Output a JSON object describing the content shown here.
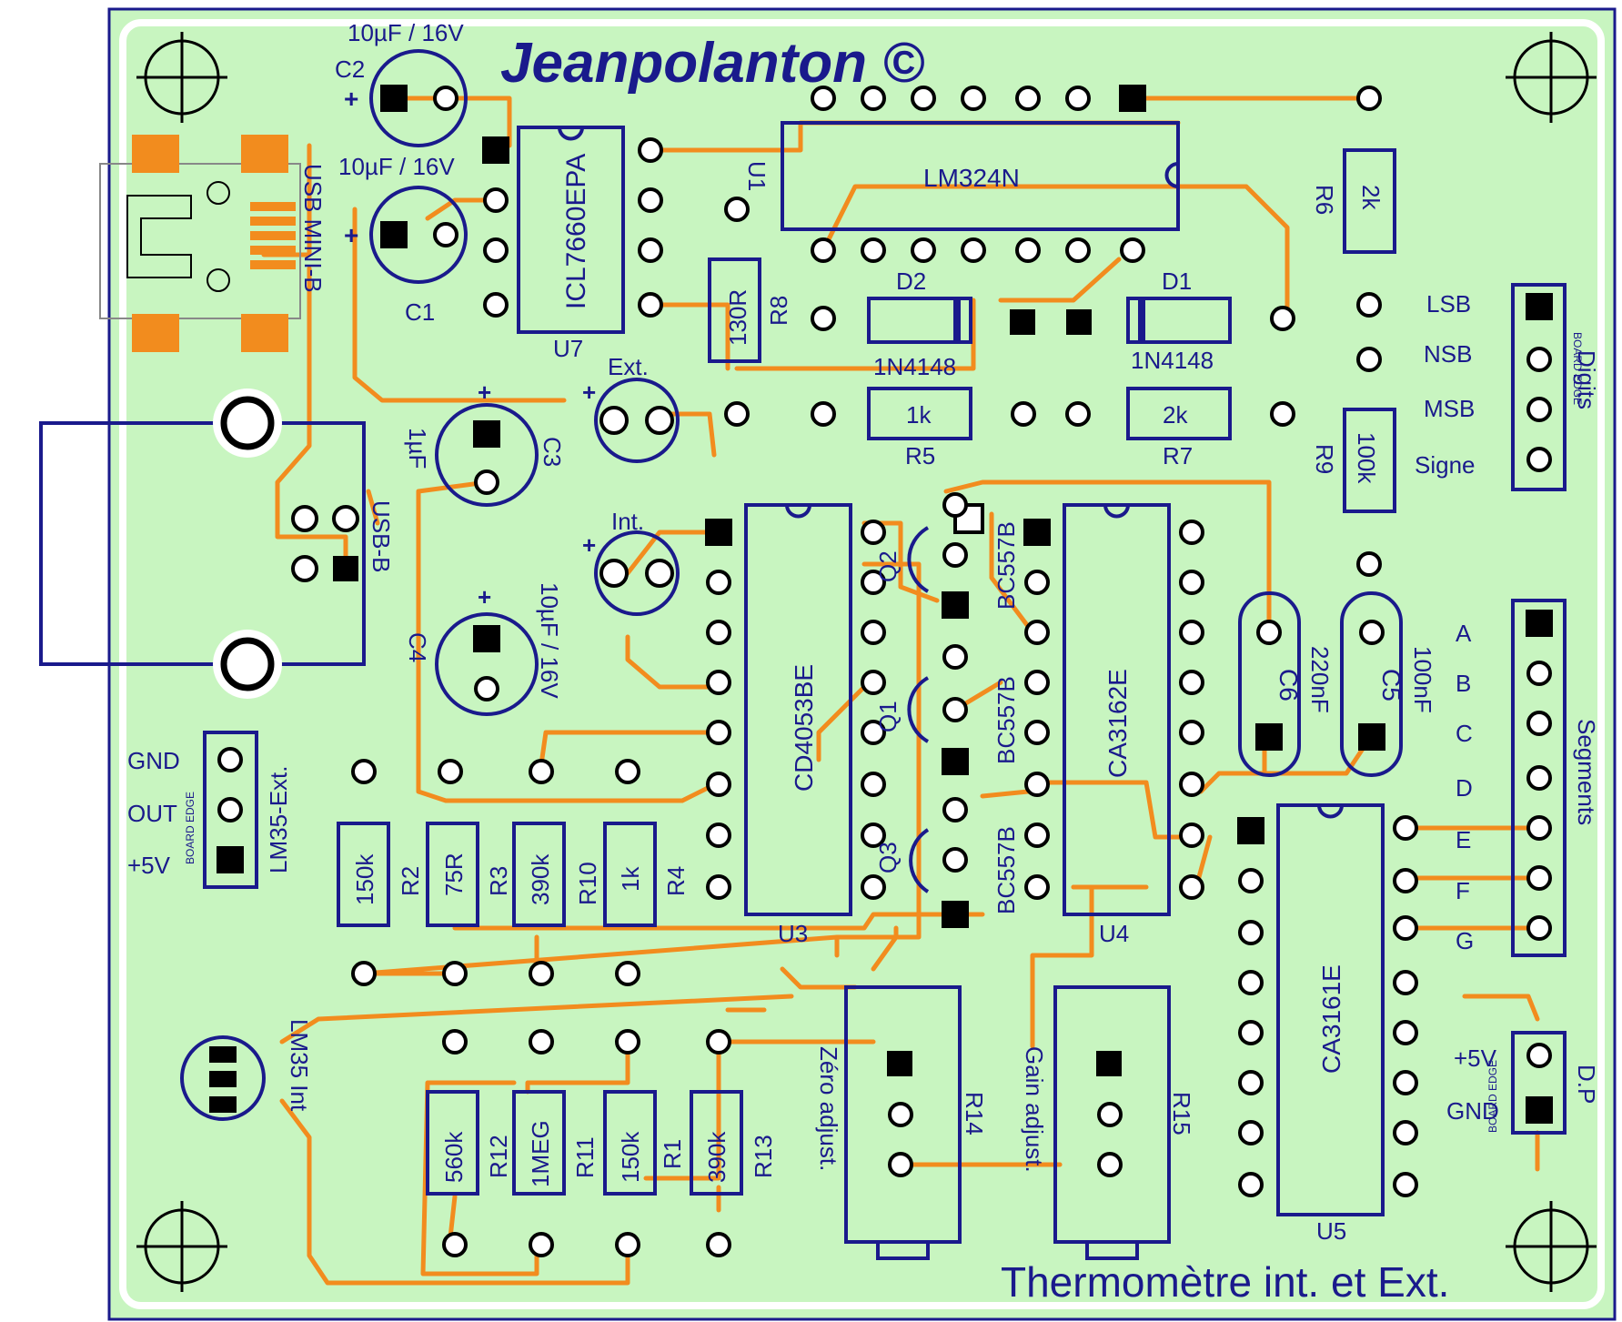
{
  "colors": {
    "board": "#c8f5c0",
    "copper_outline": "#ffffff",
    "silkscreen": "#1a1a8c",
    "trace": "#f28c1e",
    "edge": "#1a1a8c",
    "smd": "#f28c1e",
    "pad_fill": "#000000"
  },
  "signature": "Jeanpolanton ©",
  "title": "Thermomètre int. et Ext.",
  "components": {
    "C2": {
      "ref": "C2",
      "value": "10µF / 16V"
    },
    "C1": {
      "ref": "C1",
      "value": "10µF / 16V"
    },
    "C3": {
      "ref": "C3",
      "value": "1µF"
    },
    "C4": {
      "ref": "C4",
      "value": "10µF / 16V"
    },
    "C5": {
      "ref": "C5",
      "value": "100nF"
    },
    "C6": {
      "ref": "C6",
      "value": "220nF"
    },
    "U7": {
      "ref": "U7",
      "value": "ICL7660EPA"
    },
    "U1": {
      "ref": "U1",
      "value": "LM324N"
    },
    "U3": {
      "ref": "U3",
      "value": "CD4053BE"
    },
    "U4": {
      "ref": "U4",
      "value": "CA3162E"
    },
    "U5": {
      "ref": "U5",
      "value": "CA3161E"
    },
    "R1": {
      "ref": "R1",
      "value": "150k"
    },
    "R2": {
      "ref": "R2",
      "value": "150k"
    },
    "R3": {
      "ref": "R3",
      "value": "75R"
    },
    "R4": {
      "ref": "R4",
      "value": "1k"
    },
    "R5": {
      "ref": "R5",
      "value": "1k"
    },
    "R6": {
      "ref": "R6",
      "value": "2k"
    },
    "R7": {
      "ref": "R7",
      "value": "2k"
    },
    "R8": {
      "ref": "R8",
      "value": "130R"
    },
    "R9": {
      "ref": "R9",
      "value": "100k"
    },
    "R10": {
      "ref": "R10",
      "value": "390k"
    },
    "R11": {
      "ref": "R11",
      "value": "1MEG"
    },
    "R12": {
      "ref": "R12",
      "value": "560k"
    },
    "R13": {
      "ref": "R13",
      "value": "390k"
    },
    "R14": {
      "ref": "R14",
      "value": "Zéro adjust."
    },
    "R15": {
      "ref": "R15",
      "value": "Gain adjust."
    },
    "D1": {
      "ref": "D1",
      "value": "1N4148"
    },
    "D2": {
      "ref": "D2",
      "value": "1N4148"
    },
    "Q1": {
      "ref": "Q1",
      "value": "BC557B"
    },
    "Q2": {
      "ref": "Q2",
      "value": "BC557B"
    },
    "Q3": {
      "ref": "Q3",
      "value": "BC557B"
    }
  },
  "connectors": {
    "usb_mini": "USB MINI-B",
    "usb_b": "USB-B",
    "lm35_ext": "LM35-Ext.",
    "lm35_int": "LM35 Int",
    "led_ext": "Ext.",
    "led_int": "Int.",
    "digits": "Digits",
    "segments": "Segments",
    "dp": "D.P",
    "board_edge": "BOARD EDGE"
  },
  "pin_labels": {
    "lm35_ext": [
      "GND",
      "OUT",
      "+5V"
    ],
    "digits": [
      "LSB",
      "NSB",
      "MSB",
      "Signe"
    ],
    "segments": [
      "A",
      "B",
      "C",
      "D",
      "E",
      "F",
      "G"
    ],
    "dp": [
      "+5V",
      "GND"
    ]
  },
  "markings": {
    "plus": "+"
  }
}
